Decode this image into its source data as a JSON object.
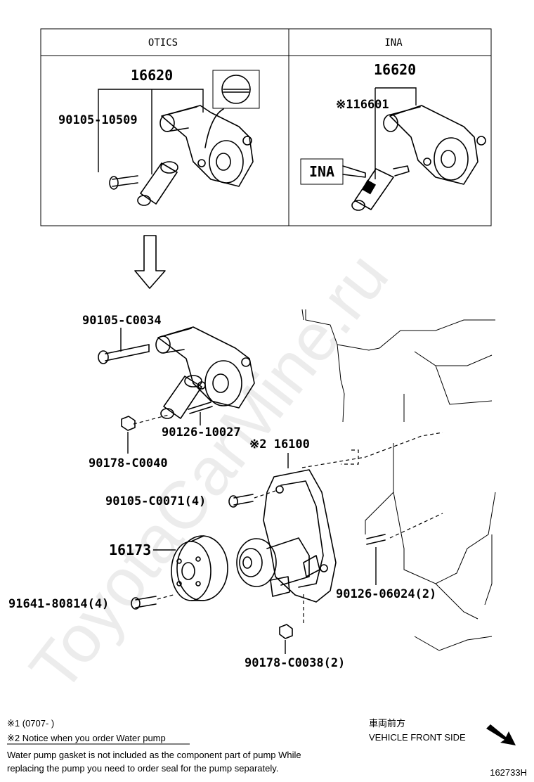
{
  "watermark": "ToyotaCarMine.ru",
  "variants": {
    "left_header": "OTICS",
    "right_header": "INA",
    "left": {
      "assembly": "16620",
      "bolt": "90105-10509"
    },
    "right": {
      "assembly": "16620",
      "part": "※116601",
      "tag": "INA"
    }
  },
  "parts": {
    "bolt_long": "90105-C0034",
    "stud_tensioner": "90126-10027",
    "nut_top": "90178-C0040",
    "water_pump": "※2 16100",
    "bolt_pump": "90105-C0071(4)",
    "pulley": "16173",
    "bolt_pulley": "91641-80814(4)",
    "stud_block": "90126-06024(2)",
    "nut_bottom": "90178-C0038(2)"
  },
  "notes": {
    "note1": "※1 (0707-     )",
    "note2": "※2 Notice when you order Water pump",
    "note3": "Water pump gasket is not included as the component part of pump While",
    "note4": "replacing the pump you need to order seal for the pump separately."
  },
  "direction": {
    "japanese": "車両前方",
    "english": "VEHICLE FRONT SIDE"
  },
  "figure_id": "162733H"
}
